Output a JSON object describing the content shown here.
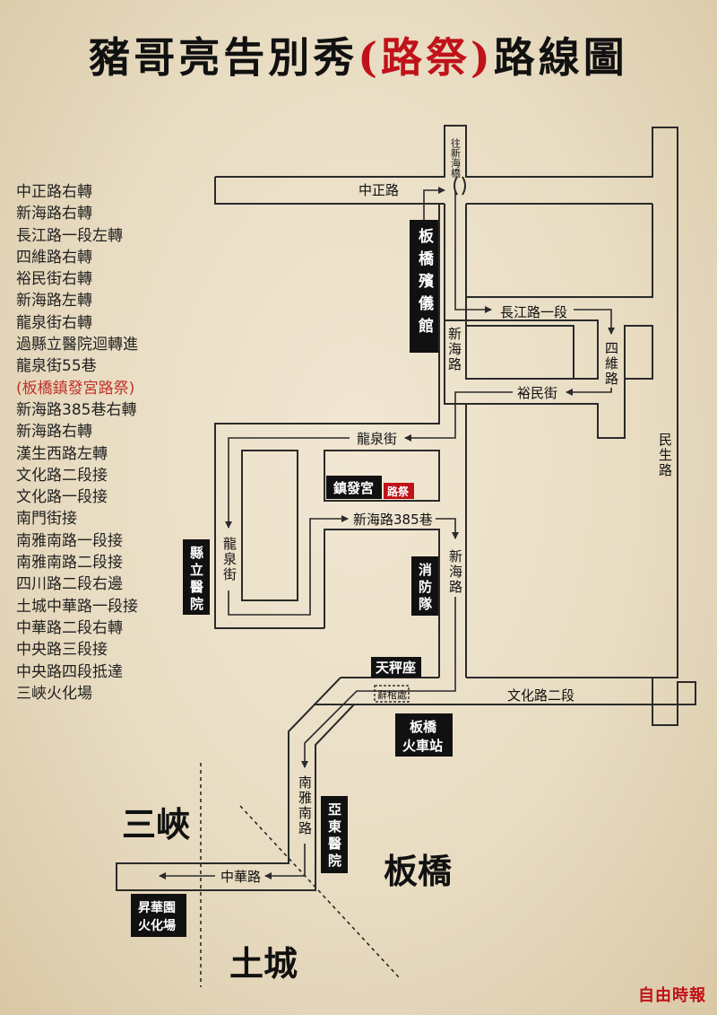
{
  "title": {
    "main": "豬哥亮告別秀",
    "paren": "(路祭)",
    "tail": "路線圖"
  },
  "directions": [
    "中正路右轉",
    "新海路右轉",
    "長江路一段左轉",
    "四維路右轉",
    "裕民街右轉",
    "新海路左轉",
    "龍泉街右轉",
    "過縣立醫院迴轉進",
    "龍泉街55巷",
    "(板橋鎮發宮路祭)",
    "新海路385巷右轉",
    "新海路右轉",
    "漢生西路左轉",
    "文化路二段接",
    "文化路一段接",
    "南門街接",
    "南雅南路一段接",
    "南雅南路二段接",
    "四川路二段右邊",
    "土城中華路一段接",
    "中華路二段右轉",
    "中央路三段接",
    "中央路四段抵達",
    "三峽火化場"
  ],
  "roads": {
    "zhongzheng": "中正路",
    "to_xinhai": "往新海橋",
    "changjiang": "長江路一段",
    "siwei": "四維路",
    "xinhai1": "新海路",
    "yumin": "裕民街",
    "minsheng": "民生路",
    "longquan": "龍泉街",
    "longquan_v": "龍泉街",
    "xinhai385": "新海路385巷",
    "xinhai2": "新海路",
    "wenhua2": "文化路二段",
    "nanya": "南雅南路",
    "zhonghua": "中華路"
  },
  "places": {
    "funeral_hall": "板橋殯儀館",
    "zhenfa": "鎮發宮",
    "lujì": "路祭",
    "county_hospital": "縣立醫院",
    "fire_station": "消防隊",
    "tianping": "天秤座",
    "cihuan": "辭棺處",
    "station_line1": "板橋",
    "station_line2": "火車站",
    "yadong": "亞東醫院",
    "crem_line1": "昇華園",
    "crem_line2": "火化場"
  },
  "districts": {
    "sanxia": "三峽",
    "banqiao": "板橋",
    "tucheng": "土城"
  },
  "credit": "自由時報",
  "colors": {
    "accent": "#c0121a",
    "ink": "#111111",
    "paper": "#ece1c9"
  }
}
